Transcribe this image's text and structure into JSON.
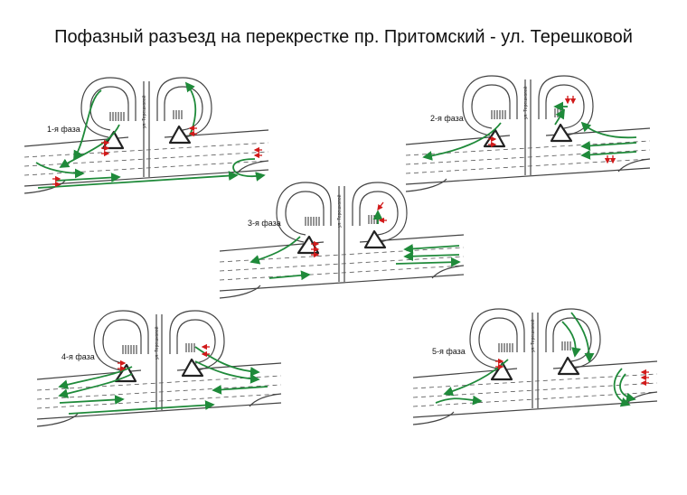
{
  "title": "Пофазный разъезд на перекрестке пр. Притомский - ул. Терешковой",
  "street_label": "ул. Терешковой",
  "phases": [
    {
      "label": "1-я фаза"
    },
    {
      "label": "2-я фаза"
    },
    {
      "label": "3-я фаза"
    },
    {
      "label": "4-я фаза"
    },
    {
      "label": "5-я фаза"
    }
  ],
  "colors": {
    "road": "#444444",
    "green_flow": "#1f8a3a",
    "red_pedestrian": "#d11a1a",
    "background": "#ffffff"
  }
}
